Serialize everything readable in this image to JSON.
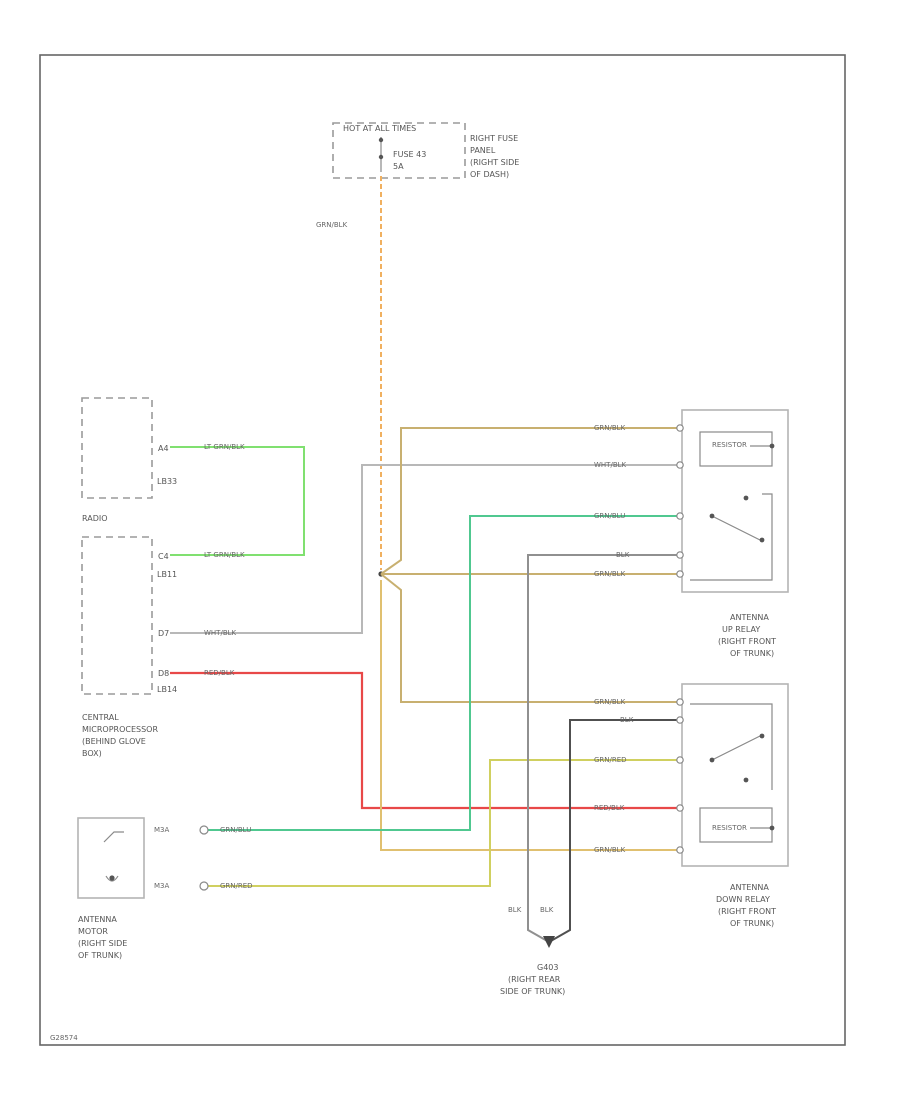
{
  "fuse_block": {
    "title": "HOT AT ALL TIMES",
    "fuse": "FUSE 43",
    "rating": "5A",
    "location": [
      "RIGHT FUSE",
      "PANEL",
      "(RIGHT SIDE",
      "OF DASH)"
    ]
  },
  "radio": {
    "label": "RADIO",
    "connector_upper": "LB33",
    "connector_lower": "LB11",
    "pins": [
      "A4",
      "C4"
    ]
  },
  "cem": {
    "connector": "LB14",
    "pins": [
      "D7",
      "D8"
    ],
    "location": [
      "CENTRAL",
      "MICROPROCESSOR",
      "(BEHIND GLOVE",
      "BOX)"
    ]
  },
  "antenna_motor": {
    "pins": [
      "M3A",
      "M3A"
    ],
    "location": [
      "ANTENNA",
      "MOTOR",
      "(RIGHT SIDE",
      "OF TRUNK)"
    ]
  },
  "up_relay": {
    "location": [
      "ANTENNA",
      "UP RELAY",
      "(RIGHT FRONT",
      "OF TRUNK)"
    ]
  },
  "down_relay": {
    "location": [
      "ANTENNA",
      "DOWN RELAY",
      "(RIGHT FRONT",
      "OF TRUNK)"
    ]
  },
  "ground": {
    "name": "G403",
    "location": [
      "(RIGHT REAR",
      "SIDE OF TRUNK)"
    ],
    "wire_left": "BLK",
    "wire_right": "BLK"
  },
  "wires": {
    "feed": "GRN/BLK",
    "radio_upper": "LT GRN/BLK",
    "radio_lower": "LT GRN/BLK",
    "cem_upper": "WHT/BLK",
    "cem_lower": "RED/BLK",
    "up_1": "GRN/BLK",
    "up_2": "WHT/BLK",
    "up_3": "GRN/BLU",
    "up_4": "BLK",
    "up_5": "GRN/BLK",
    "down_1": "GRN/BLK",
    "down_2": "BLK",
    "down_3": "GRN/RED",
    "down_4": "RED/BLK",
    "down_5": "GRN/BLK",
    "motor_1": "GRN/BLU",
    "motor_2": "GRN/RED"
  },
  "relay_coil": "RESISTOR",
  "footer_code": "G28574",
  "colors": {
    "feed": "#f0b060",
    "grn_blk": "#c8b070",
    "grn_blu": "#50c890",
    "lt_grn": "#80e070",
    "wht": "#b8b8b8",
    "red": "#e84848",
    "blk": "#606060",
    "grn_red": "#d0d060",
    "motor_red": "#e0c070"
  }
}
